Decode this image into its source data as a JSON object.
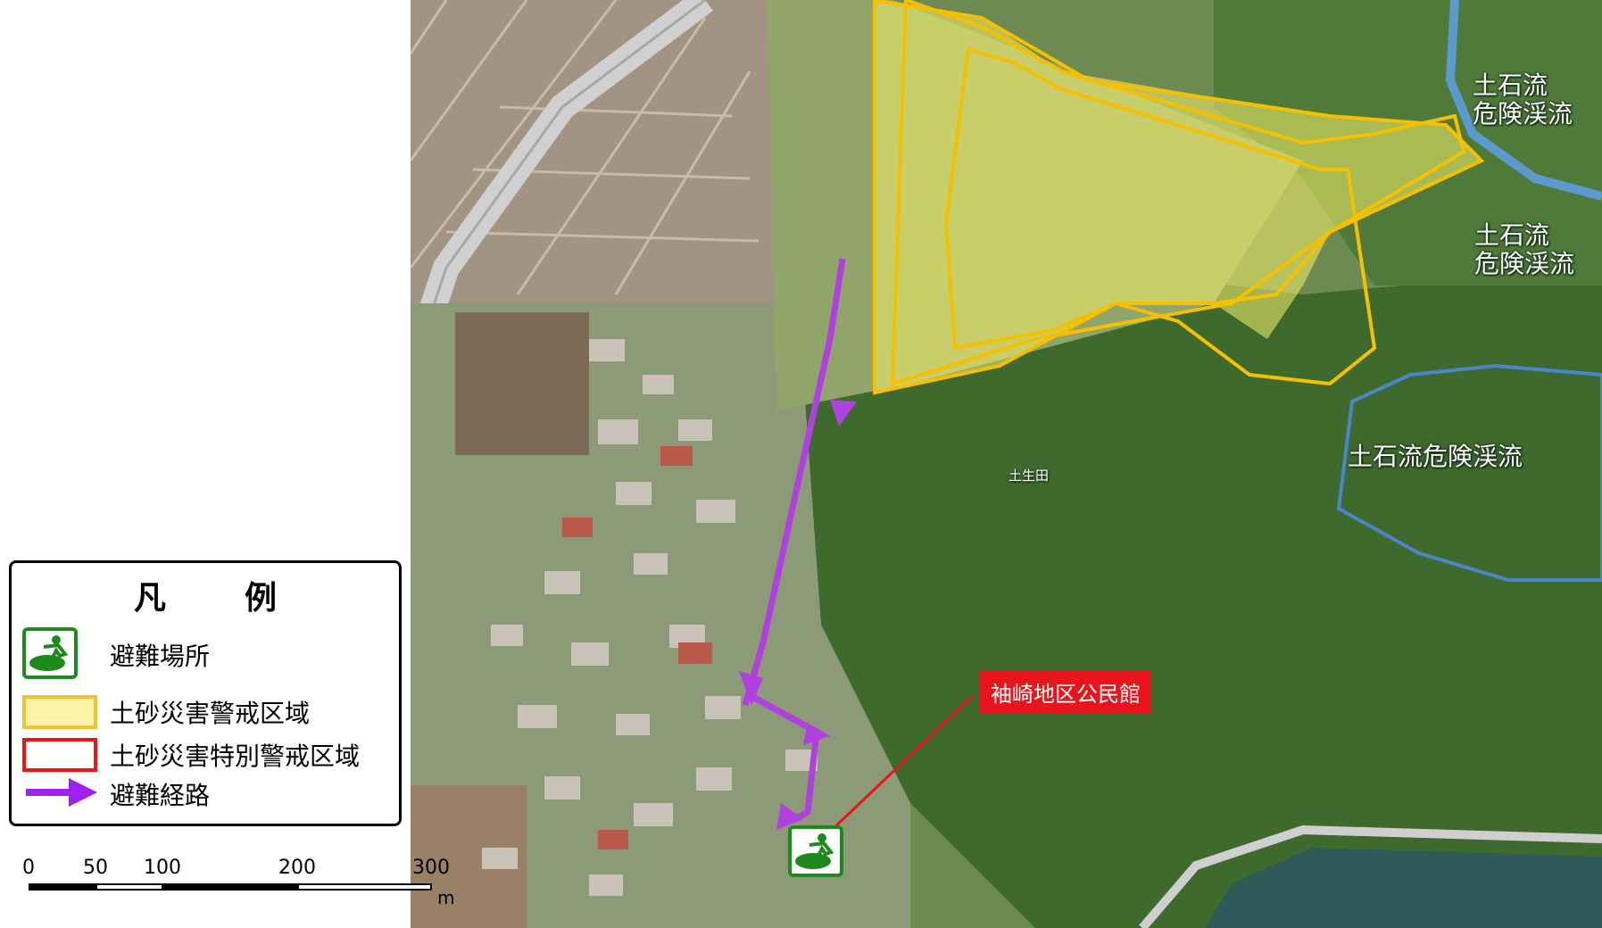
{
  "legend": {
    "title": "凡　例",
    "items": [
      {
        "icon": "evacuation-site-icon",
        "label": "避難場所"
      },
      {
        "icon": "yellow-zone-swatch",
        "label": "土砂災害警戒区域",
        "fill": "#fbf3a8",
        "stroke": "#f1c232"
      },
      {
        "icon": "red-zone-swatch",
        "label": "土砂災害特別警戒区域",
        "stroke": "#e61919"
      },
      {
        "icon": "purple-arrow-icon",
        "label": "避難経路",
        "color": "#a020f0"
      }
    ]
  },
  "map": {
    "place_label": "土生田",
    "stream_labels": [
      "土石流\n危険渓流",
      "土石流\n危険渓流",
      "土石流危険渓流"
    ],
    "shelter_callout": "袖崎地区公民館",
    "colors": {
      "warning_zone": "#f5c000",
      "route": "#b040e0",
      "stream_outline": "#4a86c8",
      "callout": "#e8141e",
      "shelter_icon": "#1e8a1e"
    }
  },
  "scalebar": {
    "ticks": [
      "0",
      "50",
      "100",
      "200",
      "300"
    ],
    "unit": "m"
  }
}
